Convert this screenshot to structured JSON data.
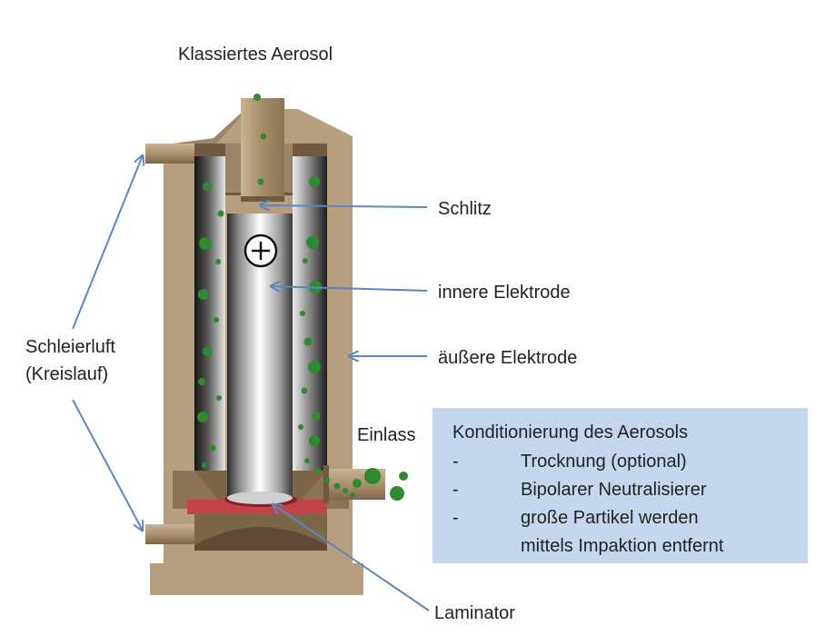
{
  "title": "Klassiertes Aerosol",
  "labels": {
    "slit": "Schlitz",
    "inner_electrode": "innere Elektrode",
    "outer_electrode": "äußere Elektrode",
    "sheath_air_line1": "Schleierluft",
    "sheath_air_line2": "(Kreislauf)",
    "inlet": "Einlass",
    "laminator": "Laminator"
  },
  "inner_electrode_symbol": "+",
  "conditioning_box": {
    "title": "Konditionierung des Aerosols",
    "items": [
      {
        "dash": "-",
        "text": "Trocknung (optional)"
      },
      {
        "dash": "-",
        "text": "Bipolarer Neutralisierer"
      },
      {
        "dash": "-",
        "text": "große Partikel werden"
      },
      {
        "dash": "",
        "text": "mittels Impaktion entfernt"
      }
    ]
  },
  "colors": {
    "housing": "#b69e7f",
    "housing_dark": "#6f5a41",
    "particle": "#2f8a2f",
    "arrow": "#5b86c0",
    "laminator": "#c0454b",
    "box_bg": "#c5d7ee"
  }
}
